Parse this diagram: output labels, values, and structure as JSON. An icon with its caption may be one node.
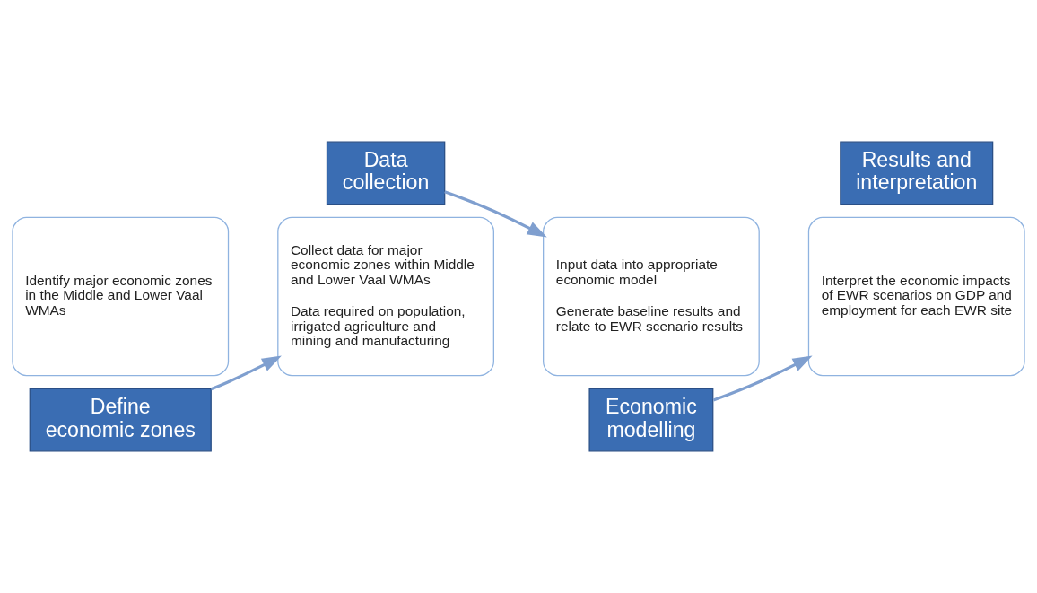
{
  "diagram": {
    "nodes": [
      {
        "text": [
          "Identify major economic zones in the Middle and Lower Vaal WMAs"
        ]
      },
      {
        "text": [
          "Define economic zones"
        ]
      },
      {
        "text": [
          "Collect data for major economic zones within Middle and Lower Vaal WMAs",
          "Data required on population, irrigated agriculture and mining and manufacturing"
        ]
      },
      {
        "text": [
          "Data collection"
        ]
      },
      {
        "text": [
          "Input data into appropriate economic model",
          "Generate baseline results and relate to EWR scenario results"
        ]
      },
      {
        "text": [
          "Economic modelling"
        ]
      },
      {
        "text": [
          "Interpret the economic impacts of EWR scenarios on GDP and employment for each EWR site"
        ]
      },
      {
        "text": [
          "Results and interpretation"
        ]
      }
    ],
    "edges": [
      {
        "from": 1,
        "to": 2,
        "arrow": "to"
      },
      {
        "from": 3,
        "to": 4,
        "arrow": "to"
      },
      {
        "from": 5,
        "to": 6,
        "arrow": "to"
      }
    ]
  }
}
